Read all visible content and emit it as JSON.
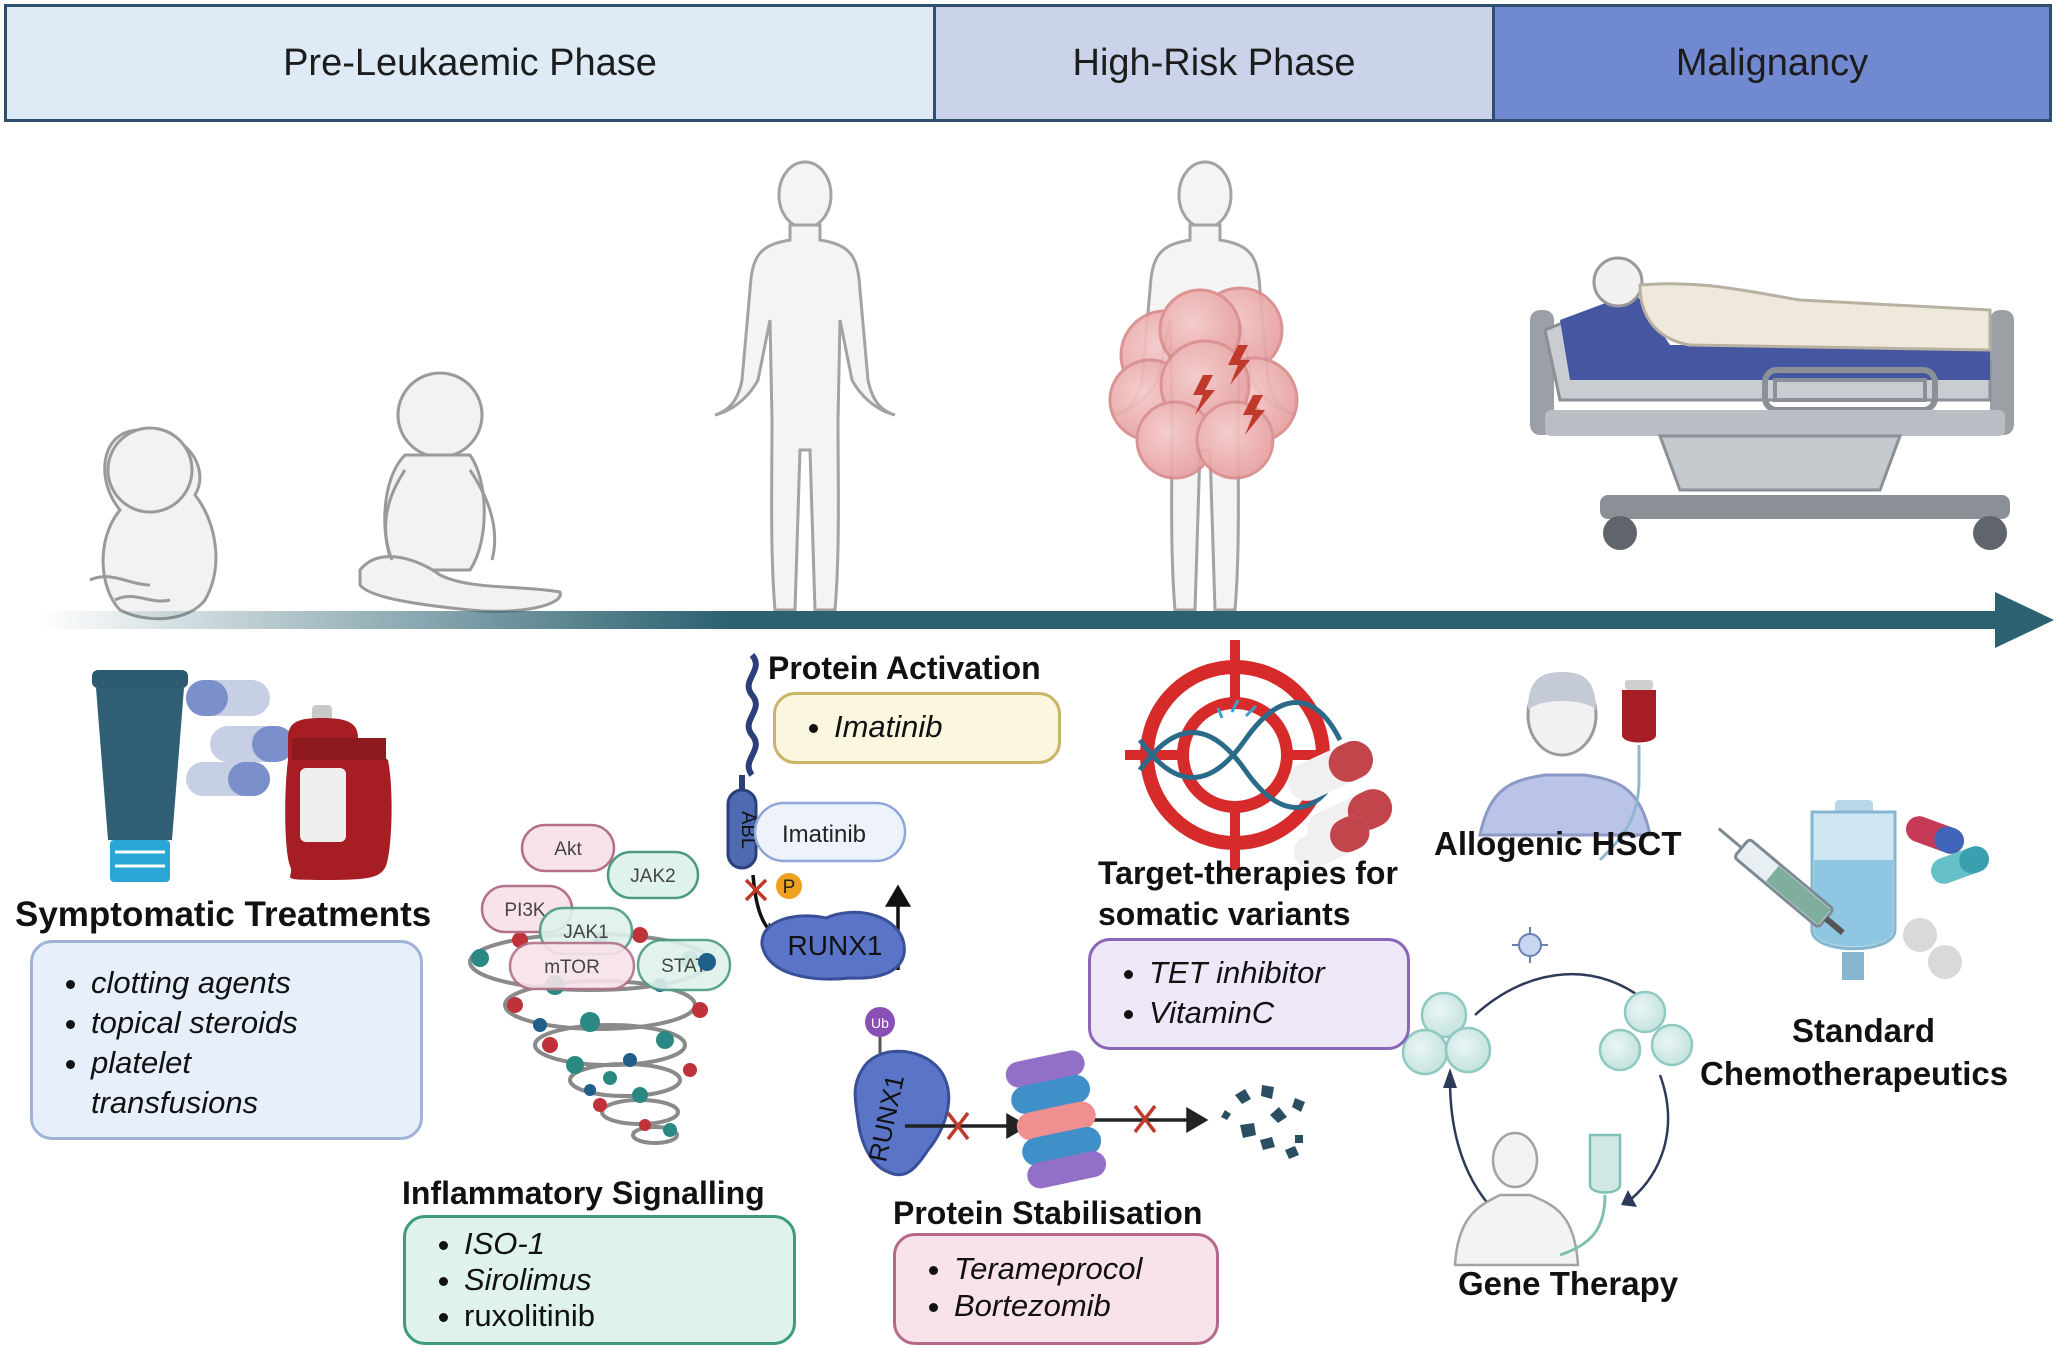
{
  "phases": [
    {
      "label": "Pre-Leukaemic Phase",
      "color": "#deebf7"
    },
    {
      "label": "High-Risk Phase",
      "color": "#cbd3ea"
    },
    {
      "label": "Malignancy",
      "color": "#7189d1"
    }
  ],
  "timeline_color": "#2b6170",
  "symptomatic": {
    "title": "Symptomatic Treatments",
    "items": [
      "clotting agents",
      "topical steroids",
      "platelet transfusions"
    ]
  },
  "inflammatory": {
    "title": "Inflammatory Signalling",
    "items": [
      "ISO-1",
      "Sirolimus",
      "ruxolitinib"
    ],
    "molecules": [
      "Akt",
      "JAK2",
      "PI3K",
      "JAK1",
      "mTOR",
      "STAT"
    ]
  },
  "activation": {
    "title": "Protein Activation",
    "items": [
      "Imatinib"
    ],
    "drug_label": "Imatinib",
    "abl_label": "ABL",
    "phospho_label": "P",
    "runx1_label": "RUNX1"
  },
  "stabilisation": {
    "title": "Protein Stabilisation",
    "items": [
      "Terameprocol",
      "Bortezomib"
    ],
    "ub_label": "Ub",
    "runx1_label": "RUNX1"
  },
  "target": {
    "title_line1": "Target-therapies for",
    "title_line2": "somatic variants",
    "items": [
      "TET inhibitor",
      "VitaminC"
    ]
  },
  "hsct": {
    "title": "Allogenic HSCT"
  },
  "chemo": {
    "title_line1": "Standard",
    "title_line2": "Chemotherapeutics"
  },
  "gene": {
    "title": "Gene Therapy"
  }
}
